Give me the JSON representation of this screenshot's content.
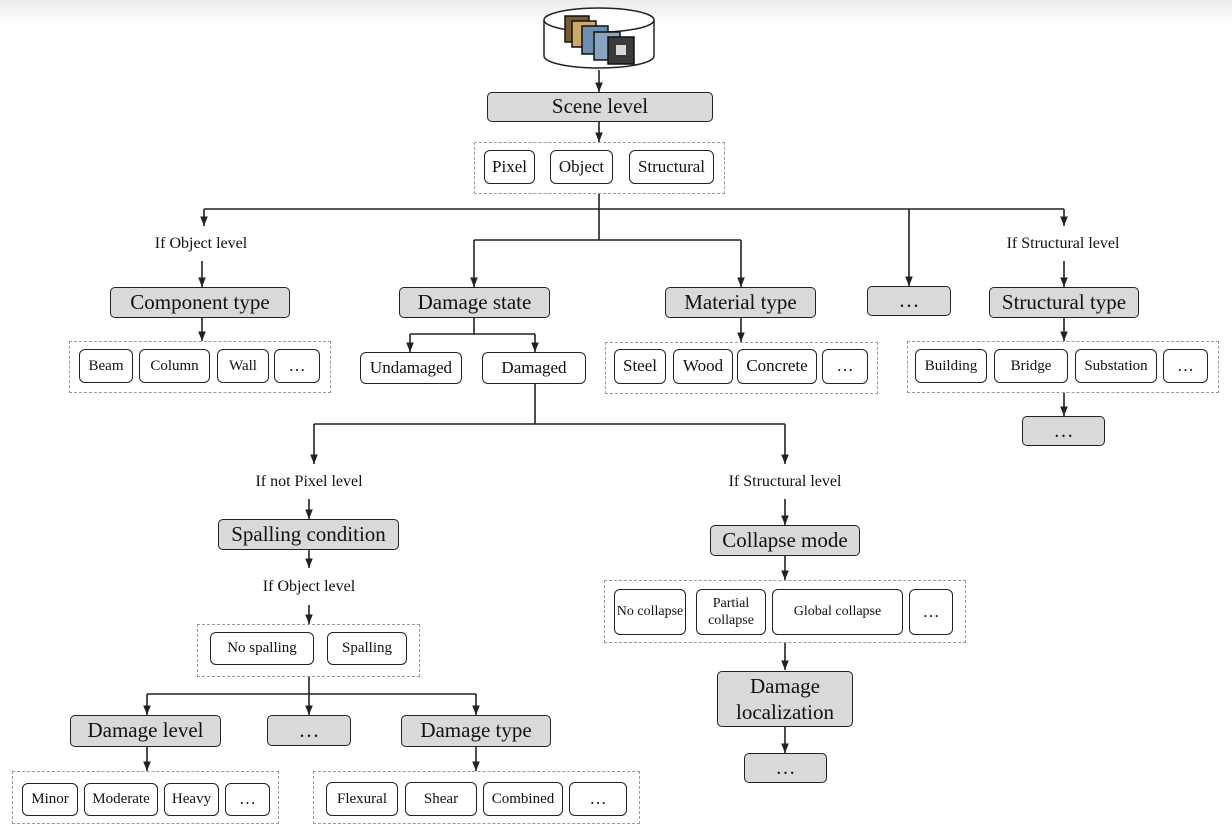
{
  "scene_level": "Scene level",
  "scene_options": [
    "Pixel",
    "Object",
    "Structural"
  ],
  "condition_object": "If Object level",
  "condition_structural": "If Structural level",
  "condition_not_pixel": "If not Pixel level",
  "condition_structural_2": "If Structural level",
  "condition_object_2": "If Object level",
  "component_type": {
    "title": "Component type",
    "options": [
      "Beam",
      "Column",
      "Wall",
      "…"
    ]
  },
  "damage_state": {
    "title": "Damage state",
    "options": [
      "Undamaged",
      "Damaged"
    ]
  },
  "material_type": {
    "title": "Material type",
    "options": [
      "Steel",
      "Wood",
      "Concrete",
      "…"
    ]
  },
  "other_branch": "…",
  "structural_type": {
    "title": "Structural type",
    "options": [
      "Building",
      "Bridge",
      "Substation",
      "…"
    ],
    "next": "…"
  },
  "spalling_condition": {
    "title": "Spalling condition",
    "options": [
      "No spalling",
      "Spalling"
    ]
  },
  "collapse_mode": {
    "title": "Collapse mode",
    "options": [
      "No collapse",
      "Partial collapse",
      "Global collapse",
      "…"
    ]
  },
  "damage_localization": {
    "title": "Damage localization",
    "next": "…"
  },
  "damage_level": {
    "title": "Damage level",
    "options": [
      "Minor",
      "Moderate",
      "Heavy",
      "…"
    ]
  },
  "middle_branch": "…",
  "damage_type": {
    "title": "Damage type",
    "options": [
      "Flexural",
      "Shear",
      "Combined",
      "…"
    ]
  }
}
